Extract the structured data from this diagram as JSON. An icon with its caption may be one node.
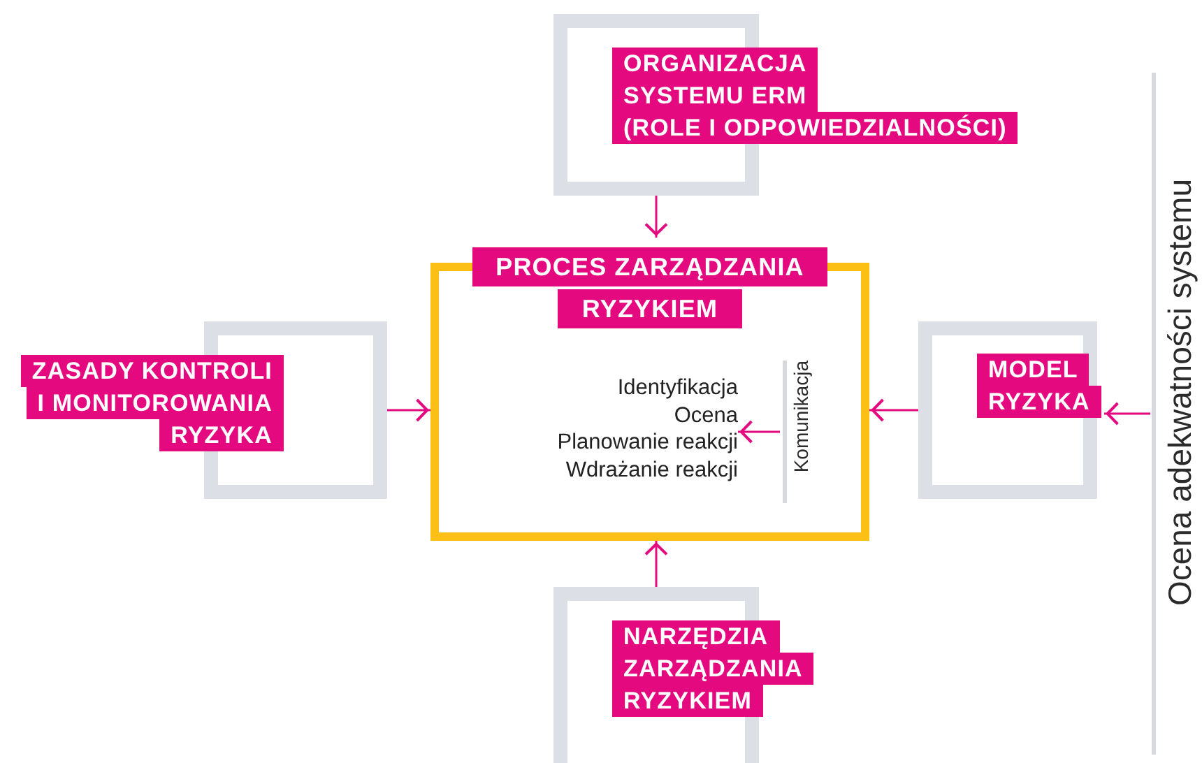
{
  "diagram": {
    "nodes": [
      {
        "text": [
          "ORGANIZACJA SYSTEMU ERM (ROLE I ODPOWIEDZIALNOŚCI)"
        ]
      },
      {
        "text": [
          "PROCES ZARZĄDZANIA RYZYKIEM"
        ]
      },
      {
        "text": [
          "Identyfikacja",
          "Ocena",
          "Planowanie reakcji",
          "Wdrażanie reakcji"
        ],
        "in": 1
      },
      {
        "text": [
          "Komunikacja"
        ],
        "in": 1
      },
      {
        "text": [
          "ZASADY KONTROLI I MONITOROWANIA RYZYKA"
        ]
      },
      {
        "text": [
          "MODEL RYZYKA"
        ]
      },
      {
        "text": [
          "Ocena adekwatności systemu"
        ]
      },
      {
        "text": [
          "NARZĘDZIA ZARZĄDZANIA RYZYKIEM"
        ]
      }
    ],
    "edges": [
      {
        "from": 0,
        "to": 1,
        "arrow": "to"
      },
      {
        "from": 4,
        "to": 1,
        "arrow": "to"
      },
      {
        "from": 5,
        "to": 1,
        "arrow": "to"
      },
      {
        "from": 6,
        "to": 5,
        "arrow": "to"
      },
      {
        "from": 3,
        "to": 2,
        "arrow": "to"
      },
      {
        "from": 7,
        "to": 1,
        "arrow": "to"
      }
    ]
  }
}
